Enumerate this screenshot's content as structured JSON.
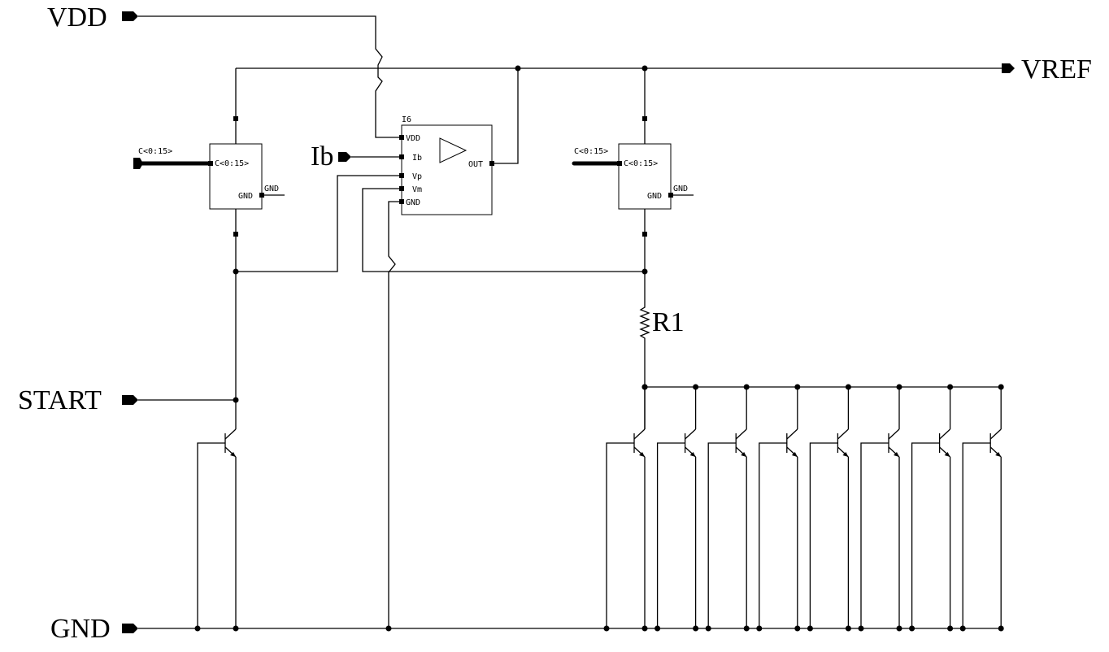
{
  "ports": {
    "vdd": "VDD",
    "vref": "VREF",
    "ib": "Ib",
    "start": "START",
    "gnd": "GND"
  },
  "resistor": {
    "name": "R1"
  },
  "opamp": {
    "instance": "I6",
    "pins": {
      "vdd": "VDD",
      "ib": "Ib",
      "vp": "Vp",
      "vm": "Vm",
      "gnd": "GND",
      "out": "OUT"
    }
  },
  "cap_array_left": {
    "bus_label": "C<0:15>",
    "pin_c": "C<0:15>",
    "pin_gnd": "GND",
    "gnd_net": "GND"
  },
  "cap_array_right": {
    "bus_label": "C<0:15>",
    "pin_c": "C<0:15>",
    "pin_gnd": "GND",
    "gnd_net": "GND"
  },
  "bjt_array_count": 8
}
